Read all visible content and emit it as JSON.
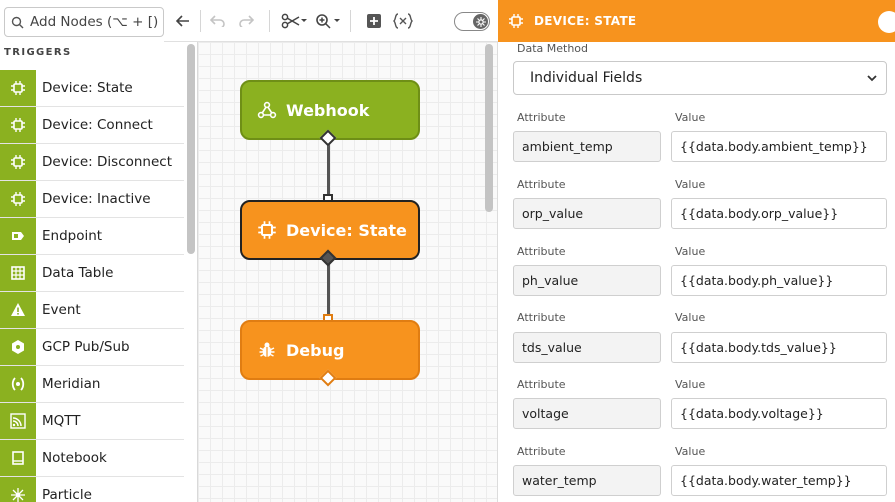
{
  "search": {
    "placeholder": "Add Nodes (⌥ + [)"
  },
  "sidebar": {
    "section_label": "TRIGGERS",
    "items": [
      {
        "label": "Device: State",
        "icon": "chip-icon"
      },
      {
        "label": "Device: Connect",
        "icon": "chip-icon"
      },
      {
        "label": "Device: Disconnect",
        "icon": "chip-icon"
      },
      {
        "label": "Device: Inactive",
        "icon": "chip-icon"
      },
      {
        "label": "Endpoint",
        "icon": "endpoint-icon"
      },
      {
        "label": "Data Table",
        "icon": "table-icon"
      },
      {
        "label": "Event",
        "icon": "warning-icon"
      },
      {
        "label": "GCP Pub/Sub",
        "icon": "hexagon-icon"
      },
      {
        "label": "Meridian",
        "icon": "meridian-icon"
      },
      {
        "label": "MQTT",
        "icon": "signal-icon"
      },
      {
        "label": "Notebook",
        "icon": "notebook-icon"
      },
      {
        "label": "Particle",
        "icon": "particle-icon"
      }
    ]
  },
  "toolbar": {
    "icons": [
      "arrow-left-icon",
      "undo-icon",
      "redo-icon",
      "scissors-icon",
      "zoom-icon",
      "add-icon",
      "variable-icon",
      "toggle-icon"
    ]
  },
  "canvas": {
    "nodes": [
      {
        "label": "Webhook",
        "icon": "webhook-icon"
      },
      {
        "label": "Device: State",
        "icon": "chip-icon"
      },
      {
        "label": "Debug",
        "icon": "bug-icon"
      }
    ]
  },
  "panel": {
    "title": "DEVICE: STATE",
    "data_method_label": "Data Method",
    "data_method_value": "Individual Fields",
    "attribute_label": "Attribute",
    "value_label": "Value",
    "rows": [
      {
        "attribute": "ambient_temp",
        "value": "{{data.body.ambient_temp}}"
      },
      {
        "attribute": "orp_value",
        "value": "{{data.body.orp_value}}"
      },
      {
        "attribute": "ph_value",
        "value": "{{data.body.ph_value}}"
      },
      {
        "attribute": "tds_value",
        "value": "{{data.body.tds_value}}"
      },
      {
        "attribute": "voltage",
        "value": "{{data.body.voltage}}"
      },
      {
        "attribute": "water_temp",
        "value": "{{data.body.water_temp}}"
      }
    ]
  },
  "colors": {
    "accent_orange": "#f7931e",
    "accent_green": "#8bb120"
  }
}
